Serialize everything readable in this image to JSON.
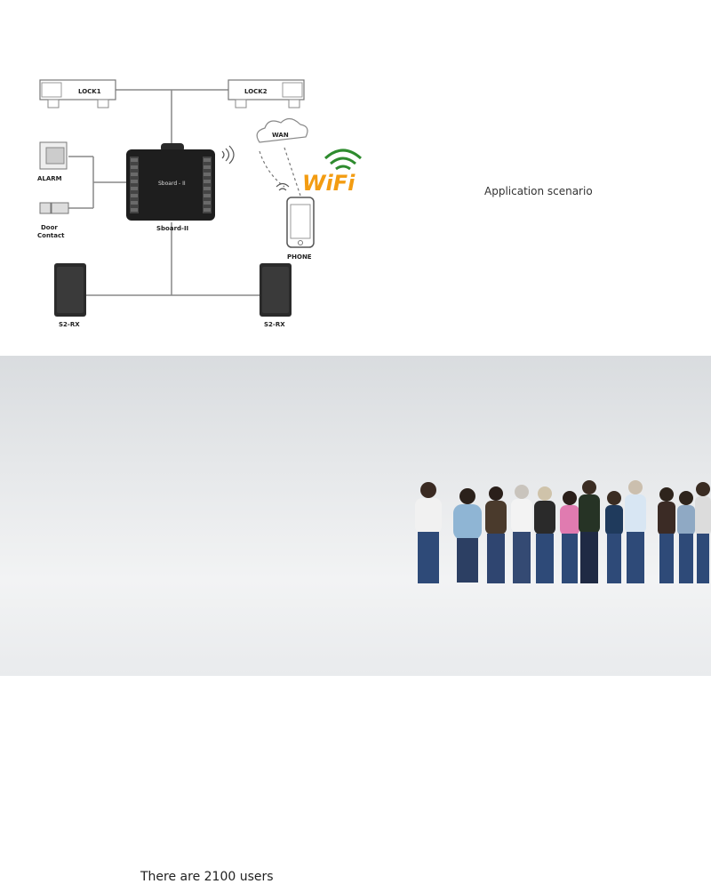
{
  "diagram": {
    "lock1": "LOCK1",
    "lock2": "LOCK2",
    "wan": "WAN",
    "alarm": "ALARM",
    "door_contact_line1": "Door",
    "door_contact_line2": "Contact",
    "board_screen": "Sboard - II",
    "board_label": "Sboard-II",
    "phone": "PHONE",
    "wifi": "WiFi",
    "reader_left": "S2-RX",
    "reader_right": "S2-RX"
  },
  "captions": {
    "application": "Application scenario",
    "users": "There are 2100 users"
  },
  "colors": {
    "wifi_letters": "#f39c12",
    "wifi_arcs": "#2e8b2e",
    "board": "#1e1e1e",
    "bottom_panel": "#e2e5e8"
  },
  "photo": {
    "subject": "line of people standing side by side"
  }
}
